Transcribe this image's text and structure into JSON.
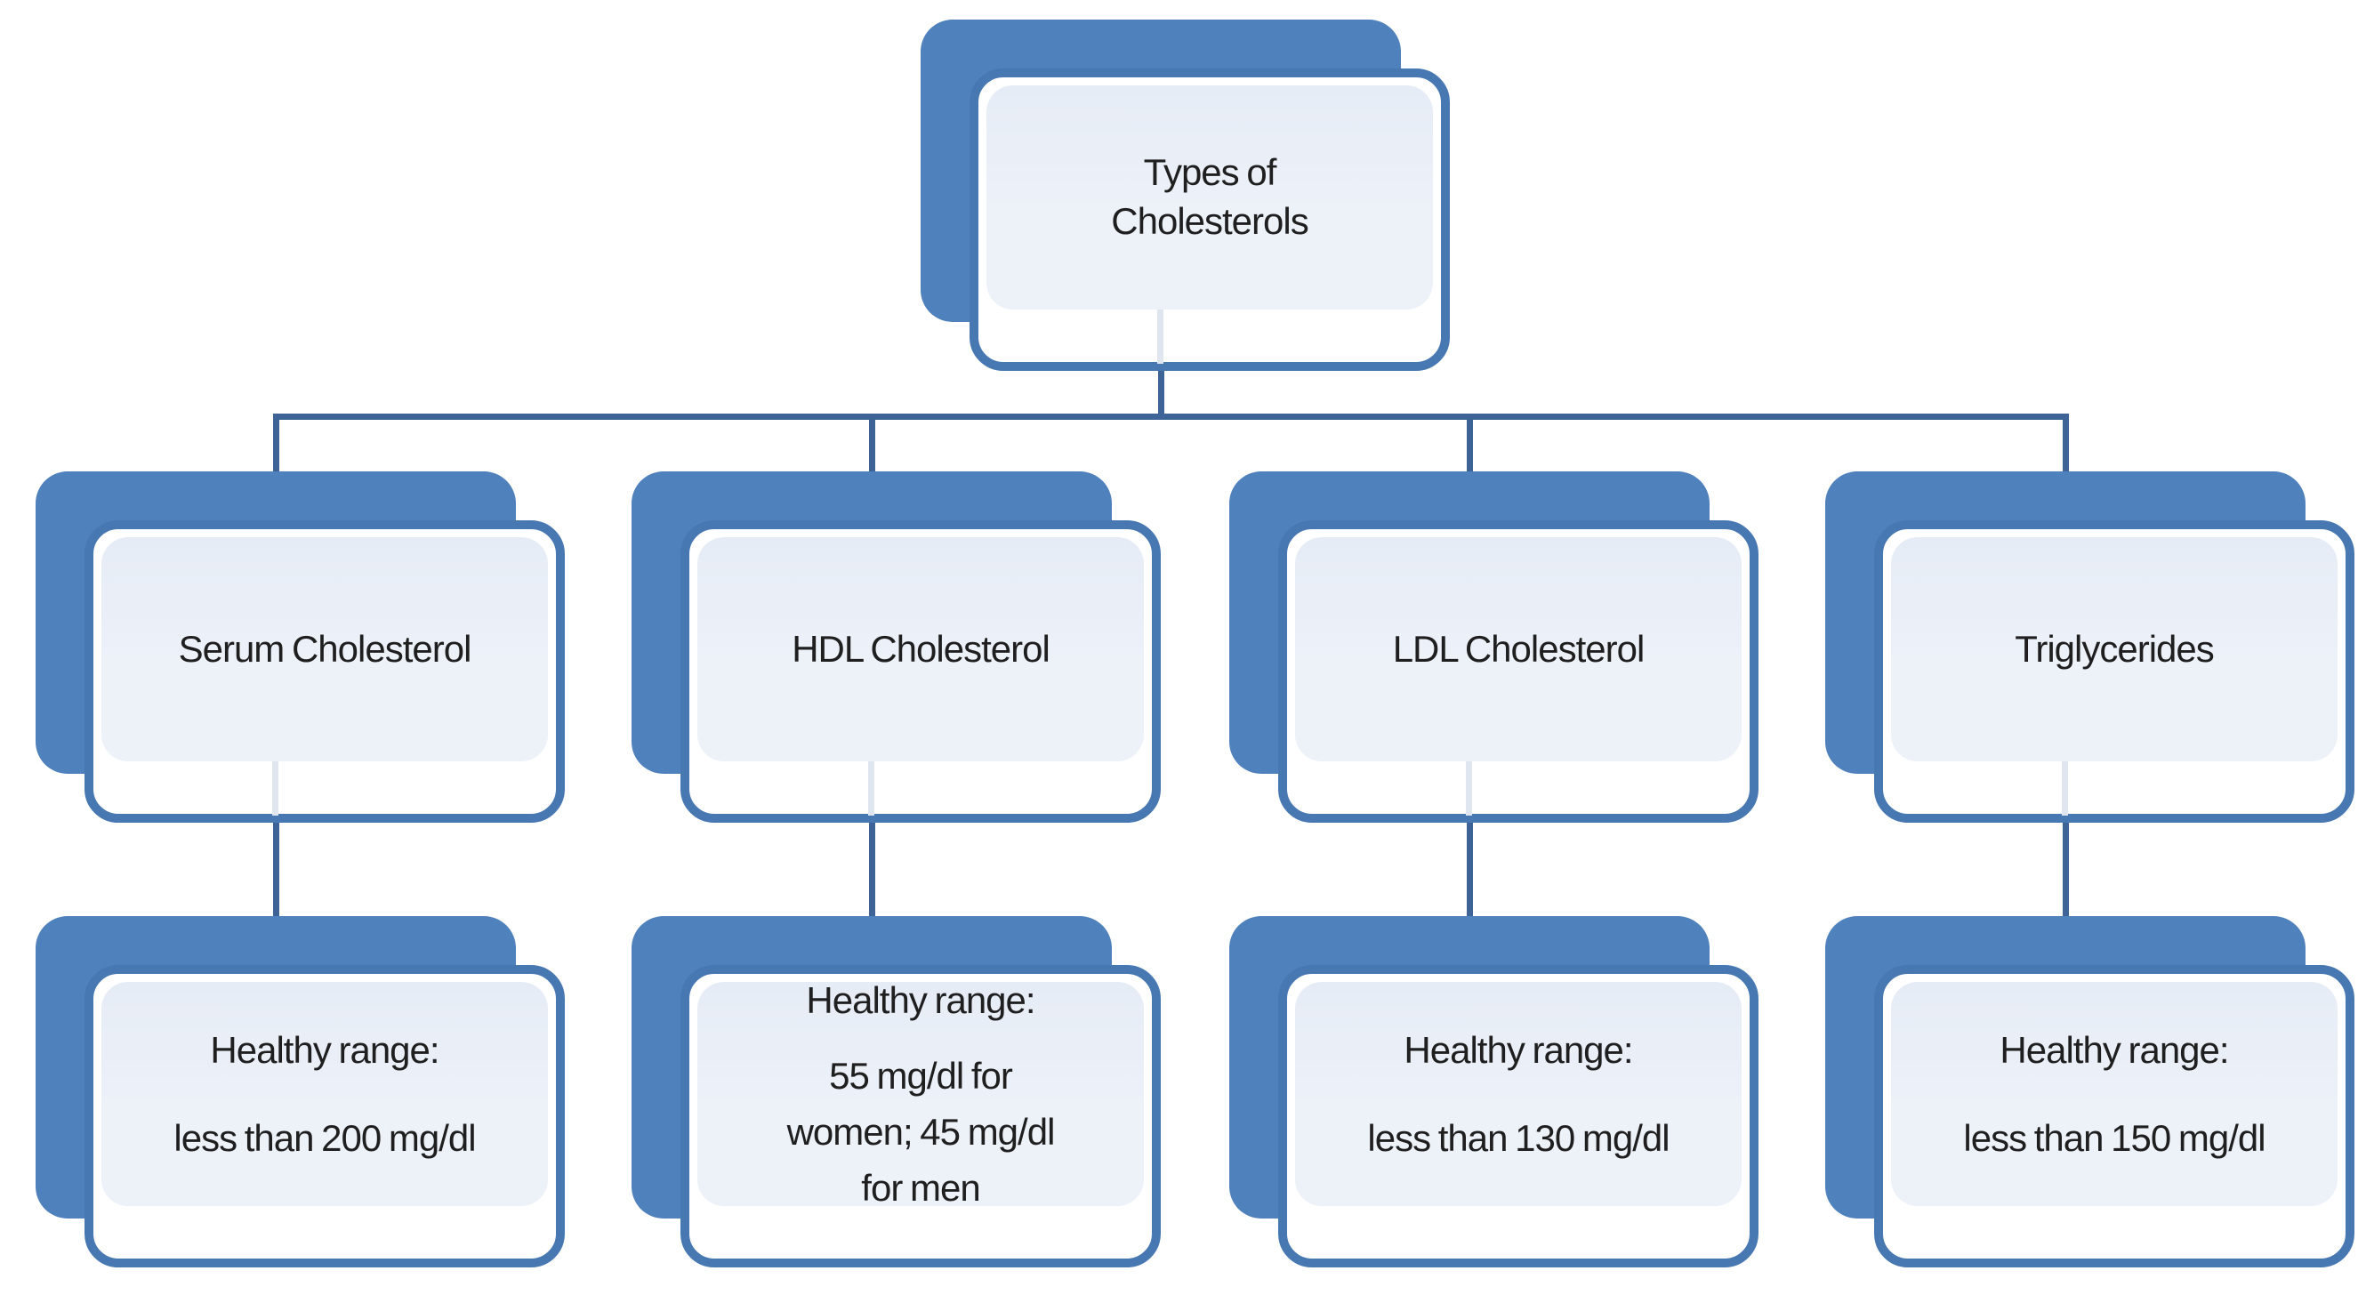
{
  "diagram": {
    "title_hidden": "",
    "root": {
      "lines": [
        "Types of",
        "Cholesterols"
      ]
    },
    "columns": [
      {
        "type": {
          "label": "Serum Cholesterol"
        },
        "range": {
          "intro": "Healthy range:",
          "lines": [
            "less than 200 mg/dl"
          ]
        }
      },
      {
        "type": {
          "label": "HDL Cholesterol"
        },
        "range": {
          "intro": "Healthy range:",
          "lines": [
            "55 mg/dl for",
            "women; 45 mg/dl",
            "for men"
          ]
        }
      },
      {
        "type": {
          "label": "LDL Cholesterol"
        },
        "range": {
          "intro": "Healthy range:",
          "lines": [
            "less than 130 mg/dl"
          ]
        }
      },
      {
        "type": {
          "label": "Triglycerides"
        },
        "range": {
          "intro": "Healthy range:",
          "lines": [
            "less than 150 mg/dl"
          ]
        }
      }
    ],
    "colors": {
      "shape_fill": "#4f81bd",
      "border": "#4878b2",
      "panel": "#edf1f8",
      "panel_top": "#e6ecf6",
      "connector": "#3e6497",
      "through": "#dfe6f0",
      "text": "#1f1f1f"
    }
  }
}
